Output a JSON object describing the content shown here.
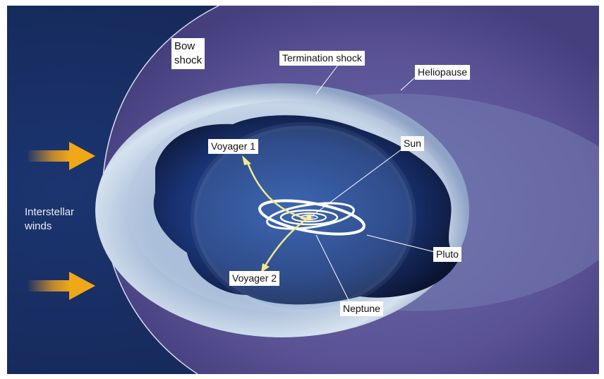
{
  "labels": {
    "bow_shock": [
      "Bow",
      "shock"
    ],
    "termination_shock": "Termination shock",
    "heliopause": "Heliopause",
    "voyager1": "Voyager 1",
    "voyager2": "Voyager 2",
    "sun": "Sun",
    "pluto": "Pluto",
    "neptune": "Neptune",
    "interstellar_winds": [
      "Interstellar",
      "winds"
    ]
  },
  "colors": {
    "space": "#16295a",
    "heliosheath": "#5b5698",
    "shock_shell": "#c9d6e6",
    "inner_heliosphere": "#1f3f86",
    "arrow": "#e8a020",
    "voyager_path": "#f3e98a"
  },
  "icons": [
    "interstellar-wind-arrow-icon"
  ]
}
